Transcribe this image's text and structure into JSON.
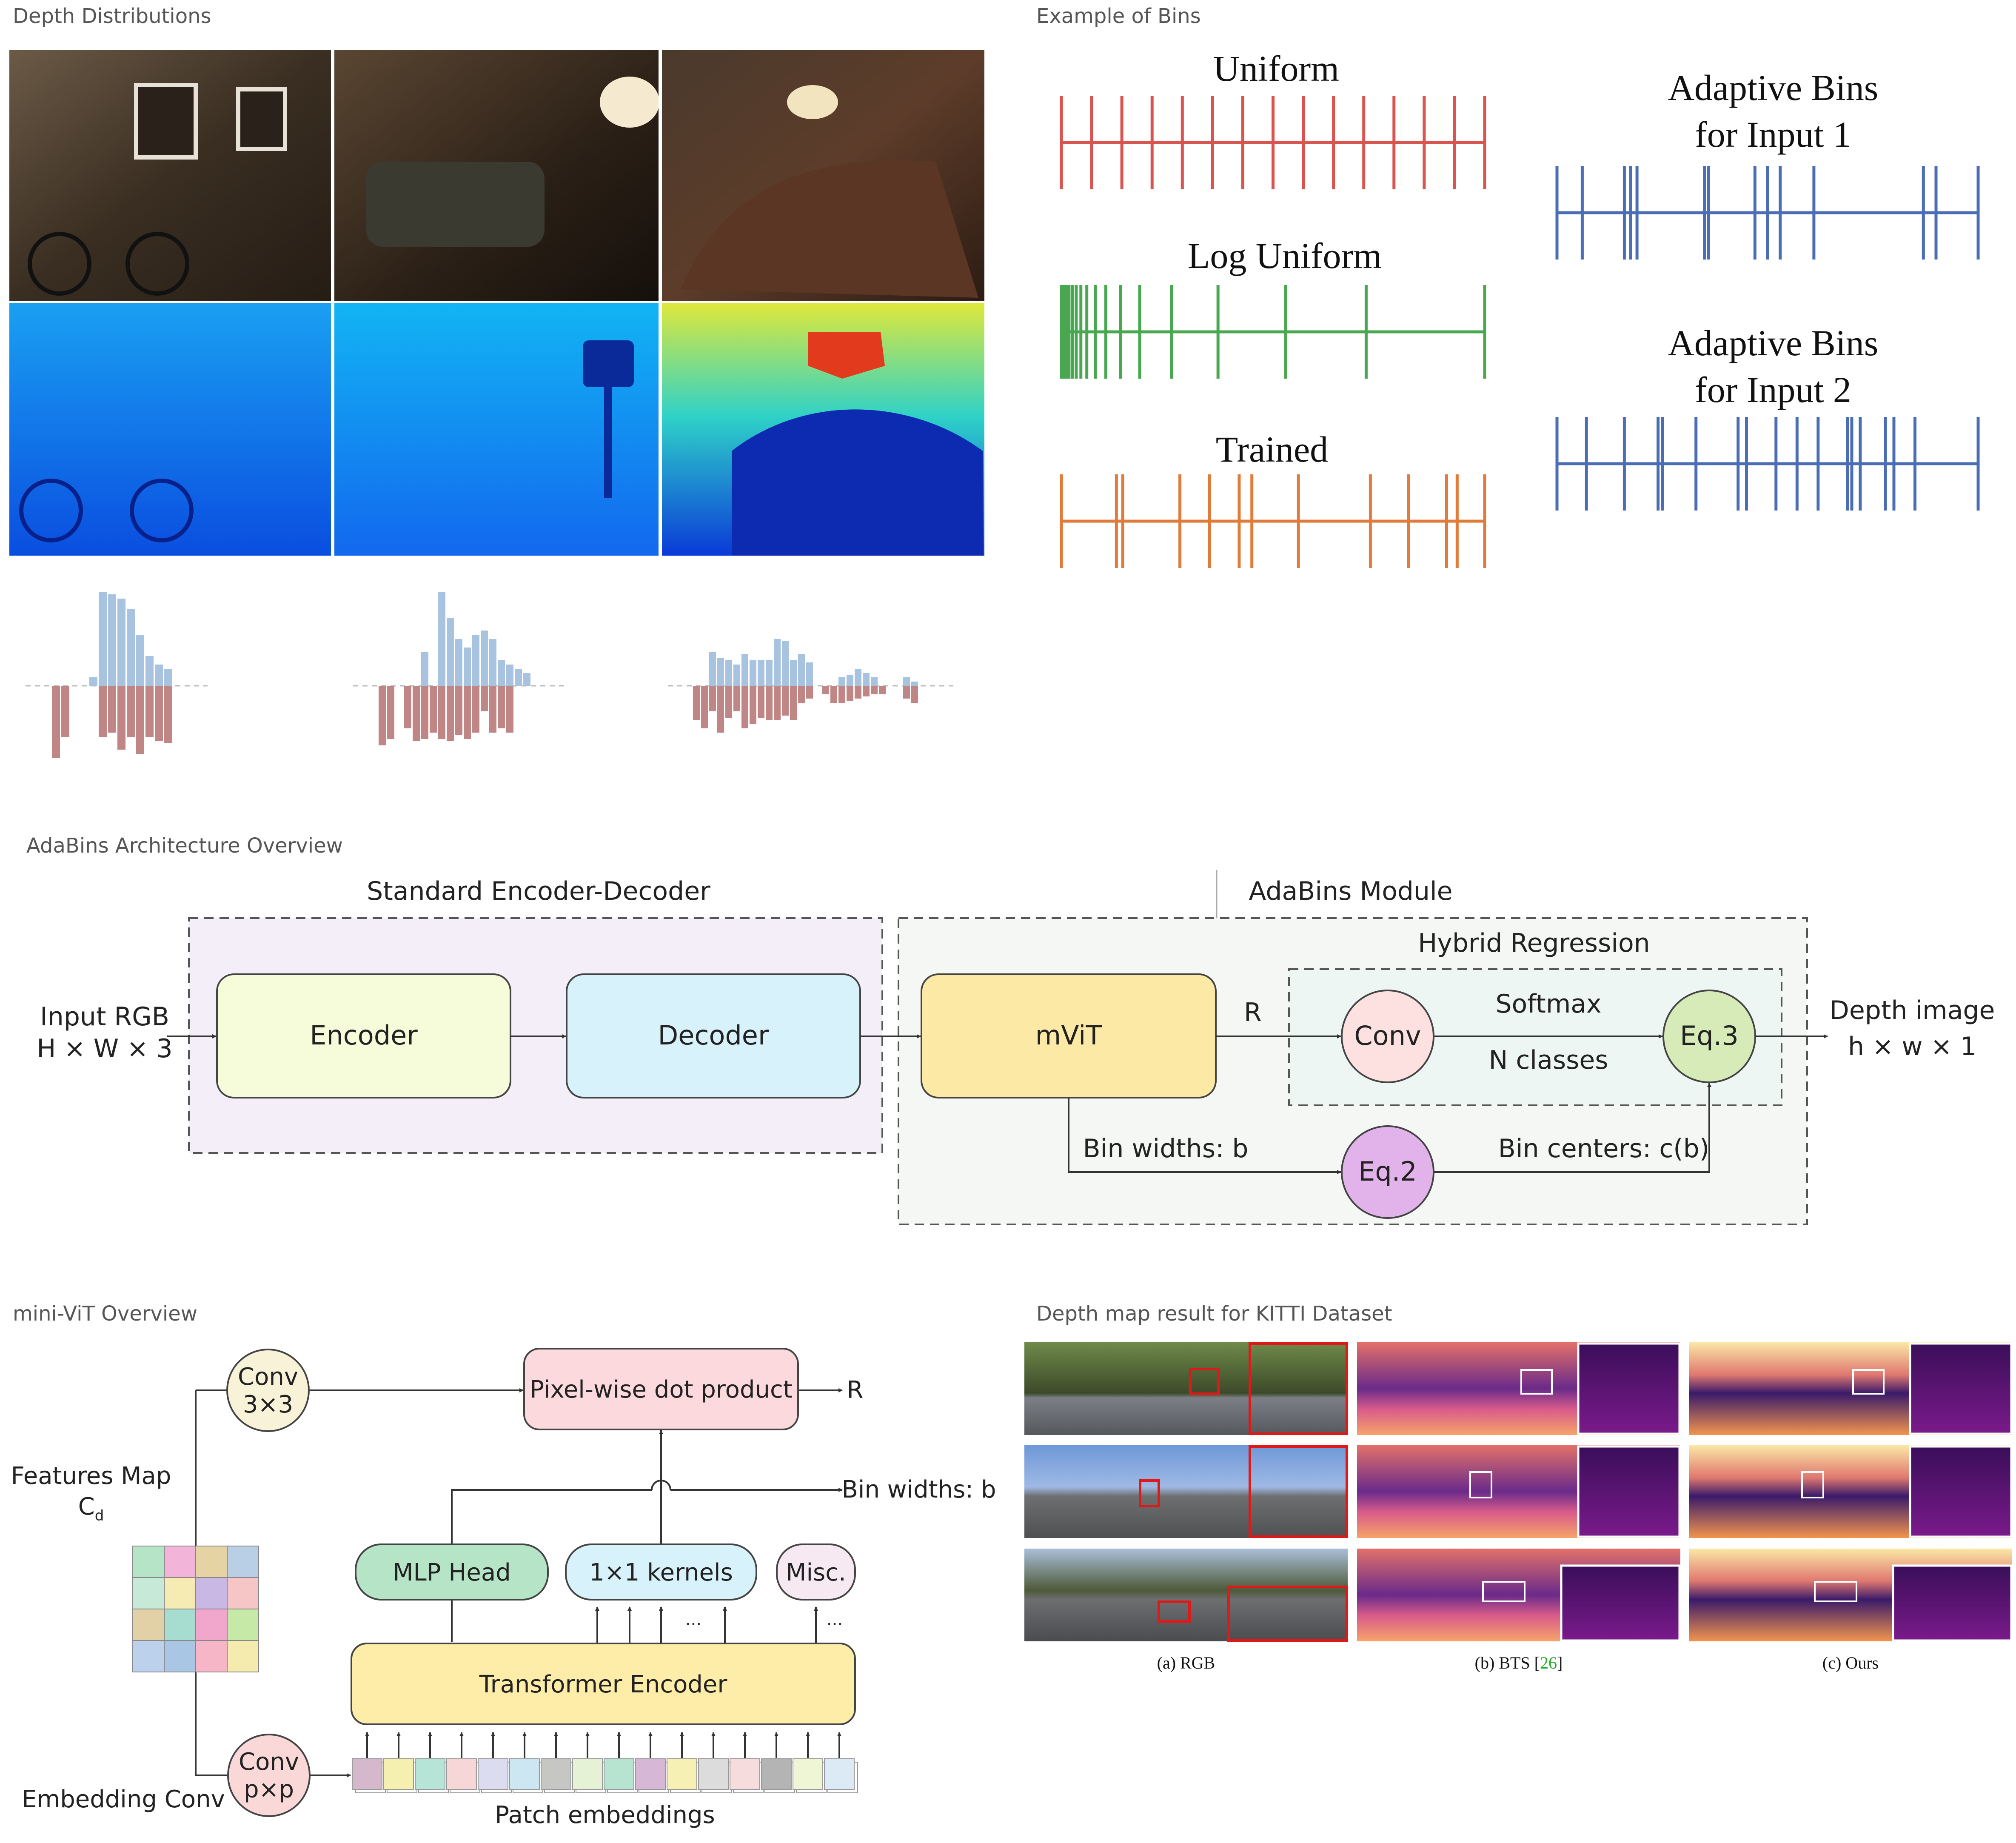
{
  "depth_distributions": {
    "title": "Depth Distributions"
  },
  "bins_example": {
    "title": "Example of Bins",
    "uniform": {
      "label": "Uniform",
      "color": "#d9534f"
    },
    "log_uniform": {
      "label": "Log Uniform",
      "color": "#49a84f"
    },
    "trained": {
      "label": "Trained",
      "color": "#e07b39"
    },
    "adaptive1": {
      "line1": "Adaptive Bins",
      "line2": "for Input 1",
      "color": "#4a6db5"
    },
    "adaptive2": {
      "line1": "Adaptive Bins",
      "line2": "for Input 2",
      "color": "#4a6db5"
    }
  },
  "architecture": {
    "title": "AdaBins Architecture Overview",
    "encdec_label": "Standard Encoder-Decoder",
    "module_label": "AdaBins Module",
    "hybrid_label": "Hybrid Regression",
    "input_line1": "Input RGB",
    "input_line2": "H × W × 3",
    "encoder": "Encoder",
    "decoder": "Decoder",
    "mvit": "mViT",
    "r_label": "R",
    "conv": "Conv",
    "softmax": "Softmax",
    "n_classes": "N classes",
    "eq3": "Eq.3",
    "eq2": "Eq.2",
    "bin_widths": "Bin widths: b",
    "bin_centers": "Bin centers: c(b)",
    "output_line1": "Depth image",
    "output_line2": "h × w × 1",
    "colors": {
      "encoder": "#f6fbd9",
      "decoder": "#d7f2fb",
      "mvit": "#fce9a6",
      "conv": "#fde0e0",
      "eq3": "#d7ebb9",
      "eq2": "#e2b3ea"
    }
  },
  "minivit": {
    "title": "mini-ViT Overview",
    "conv3_line1": "Conv",
    "conv3_line2": "3×3",
    "pixelwise": "Pixel-wise dot product",
    "r_label": "R",
    "bin_widths": "Bin widths: b",
    "features_line1": "Features Map",
    "features_line2": "C",
    "features_sub": "d",
    "mlp_head": "MLP Head",
    "kernels": "1×1 kernels",
    "misc": "Misc.",
    "transformer": "Transformer Encoder",
    "convp_line1": "Conv",
    "convp_line2": "p×p",
    "embedding_conv": "Embedding Conv",
    "patch_embeddings": "Patch embeddings",
    "ellipsis": "..."
  },
  "kitti": {
    "title": "Depth map result for KITTI Dataset",
    "captions": {
      "rgb": "(a) RGB",
      "bts_prefix": "(b) BTS [",
      "bts_ref": "26",
      "bts_suffix": "]",
      "ours": "(c) Ours"
    }
  }
}
